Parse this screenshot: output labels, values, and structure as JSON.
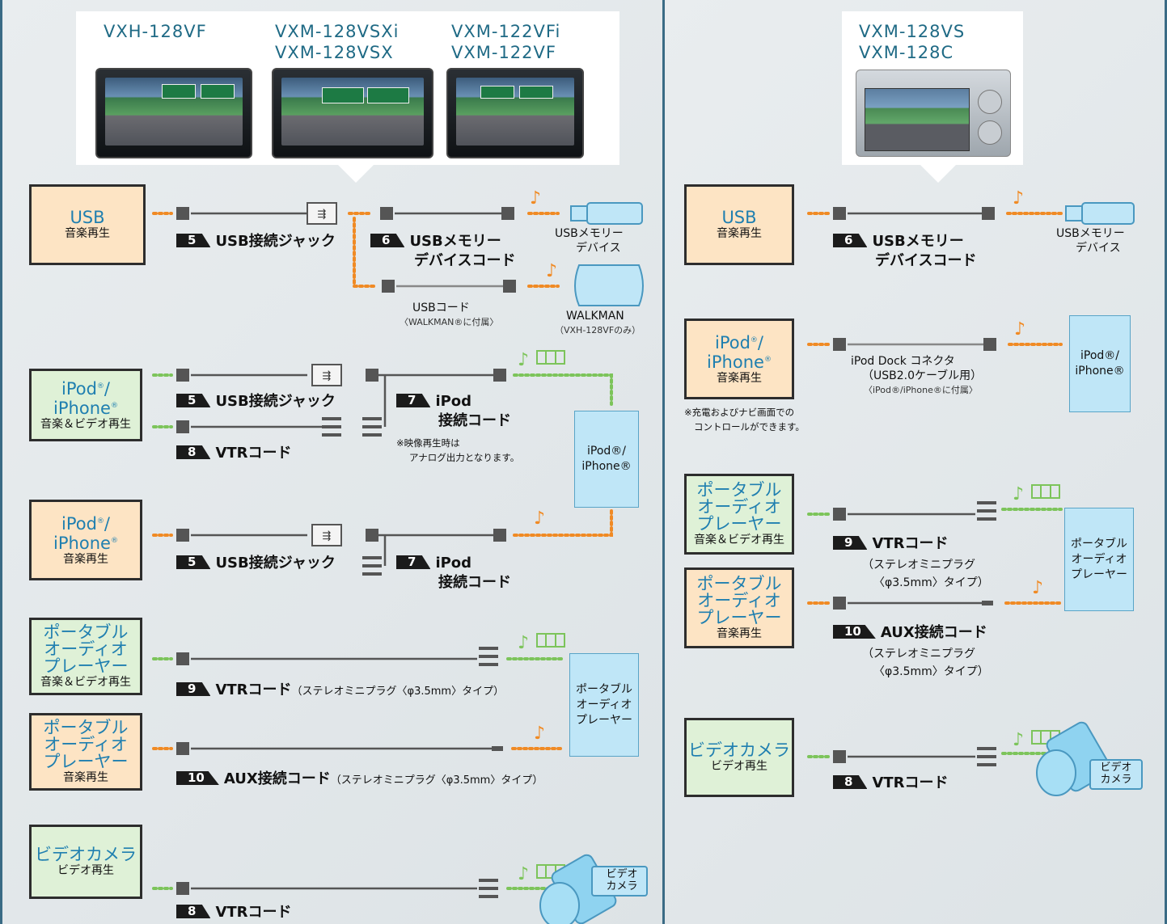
{
  "left": {
    "models": {
      "m1": "VXH-128VF",
      "m2a": "VXM-128VSXi",
      "m2b": "VXM-128VSX",
      "m3a": "VXM-122VFi",
      "m3b": "VXM-122VF"
    },
    "boxes": {
      "usb_title": "USB",
      "usb_sub": "音楽再生",
      "ipod1_title_a": "iPod",
      "ipod1_title_b": "/",
      "ipod1_title_c": "iPhone",
      "ipod1_sub": "音楽＆ビデオ再生",
      "ipod2_title_a": "iPod",
      "ipod2_title_b": "/",
      "ipod2_title_c": "iPhone",
      "ipod2_sub": "音楽再生",
      "pa1_l1": "ポータブル",
      "pa1_l2": "オーディオ",
      "pa1_l3": "プレーヤー",
      "pa1_sub": "音楽＆ビデオ再生",
      "pa2_l1": "ポータブル",
      "pa2_l2": "オーディオ",
      "pa2_l3": "プレーヤー",
      "pa2_sub": "音楽再生",
      "cam_title": "ビデオカメラ",
      "cam_sub": "ビデオ再生"
    },
    "labels": {
      "usbjack1_num": "5",
      "usbjack1": "USB接続ジャック",
      "usbmem_num": "6",
      "usbmem_a": "USBメモリー",
      "usbmem_b": "デバイスコード",
      "usbjack2_num": "5",
      "usbjack2": "USB接続ジャック",
      "ipodcode1_num": "7",
      "ipodcode1_a": "iPod",
      "ipodcode1_b": "接続コード",
      "vtr1_num": "8",
      "vtr1": "VTRコード",
      "usbjack3_num": "5",
      "usbjack3": "USB接続ジャック",
      "ipodcode2_num": "7",
      "ipodcode2_a": "iPod",
      "ipodcode2_b": "接続コード",
      "vtr2_num": "9",
      "vtr2": "VTRコード",
      "vtr2_small": "（ステレオミニプラグ〈φ3.5mm〉タイプ）",
      "aux_num": "10",
      "aux": "AUX接続コード",
      "aux_small": "（ステレオミニプラグ〈φ3.5mm〉タイプ）",
      "vtr3_num": "8",
      "vtr3": "VTRコード"
    },
    "texts": {
      "usbmem_dev_a": "USBメモリー",
      "usbmem_dev_b": "デバイス",
      "usb_cord": "USBコード",
      "usb_cord_note": "〈WALKMAN®に付属〉",
      "walkman": "WALKMAN",
      "walkman_note": "（VXH-128VFのみ）",
      "note_video_a": "※映像再生時は",
      "note_video_b": "アナログ出力となります。",
      "ipod_dev_a": "iPod®/",
      "ipod_dev_b": "iPhone®",
      "pa_dev_a": "ポータブル",
      "pa_dev_b": "オーディオ",
      "pa_dev_c": "プレーヤー",
      "cam_dev_a": "ビデオ",
      "cam_dev_b": "カメラ"
    }
  },
  "right": {
    "models": {
      "m1": "VXM-128VS",
      "m2": "VXM-128C"
    },
    "boxes": {
      "usb_title": "USB",
      "usb_sub": "音楽再生",
      "ipod_title_a": "iPod",
      "ipod_title_b": "/",
      "ipod_title_c": "iPhone",
      "ipod_sub": "音楽再生",
      "pa1_l1": "ポータブル",
      "pa1_l2": "オーディオ",
      "pa1_l3": "プレーヤー",
      "pa1_sub": "音楽＆ビデオ再生",
      "pa2_l1": "ポータブル",
      "pa2_l2": "オーディオ",
      "pa2_l3": "プレーヤー",
      "pa2_sub": "音楽再生",
      "cam_title": "ビデオカメラ",
      "cam_sub": "ビデオ再生"
    },
    "labels": {
      "usbmem_num": "6",
      "usbmem_a": "USBメモリー",
      "usbmem_b": "デバイスコード",
      "vtr1_num": "9",
      "vtr1": "VTRコード",
      "aux_num": "10",
      "aux": "AUX接続コード",
      "vtr2_num": "8",
      "vtr2": "VTRコード"
    },
    "texts": {
      "usbmem_dev_a": "USBメモリー",
      "usbmem_dev_b": "デバイス",
      "dock_a": "iPod Dock コネクタ",
      "dock_b": "（USB2.0ケーブル用）",
      "dock_note": "〈iPod®/iPhone®に付属〉",
      "charge_a": "※充電およびナビ画面での",
      "charge_b": "コントロールができます。",
      "ipod_dev_a": "iPod®/",
      "ipod_dev_b": "iPhone®",
      "plug1_a": "（ステレオミニプラグ",
      "plug1_b": "〈φ3.5mm〉タイプ）",
      "plug2_a": "（ステレオミニプラグ",
      "plug2_b": "〈φ3.5mm〉タイプ）",
      "pa_dev_a": "ポータブル",
      "pa_dev_b": "オーディオ",
      "pa_dev_c": "プレーヤー",
      "cam_dev_a": "ビデオ",
      "cam_dev_b": "カメラ"
    }
  },
  "colors": {
    "orange": "#f08a24",
    "green": "#7cc45a",
    "cable": "#555555",
    "accent": "#1f7fb0"
  },
  "symbols": {
    "note": "♪",
    "film": "film-icon",
    "usb": "usb-icon"
  }
}
